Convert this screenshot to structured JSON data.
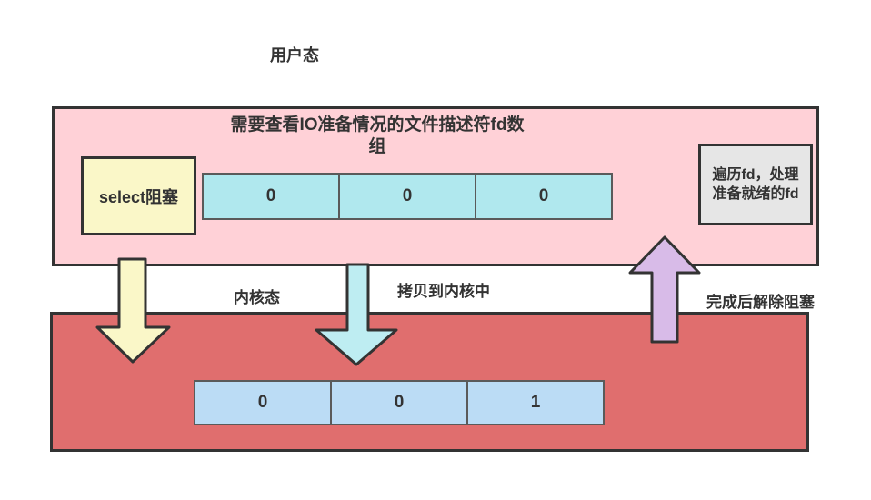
{
  "labels": {
    "user_mode": "用户态",
    "kernel_mode": "内核态",
    "copy_to_kernel": "拷贝到内核中",
    "unblock_after_complete": "完成后解除阻塞"
  },
  "user_space": {
    "array_title": "需要查看IO准备情况的文件描述符fd数组",
    "select_block": "select阻塞",
    "traverse_note": "遍历fd，处理准备就绪的fd",
    "fd_array": [
      "0",
      "0",
      "0"
    ]
  },
  "kernel_space": {
    "fd_array": [
      "0",
      "0",
      "1"
    ]
  },
  "icons": {
    "select_block_arrow": "down-arrow",
    "copy_to_kernel_arrow": "down-arrow",
    "unblock_arrow": "up-arrow"
  },
  "colors": {
    "user_box_fill": "#ffd1d7",
    "kernel_box_fill": "#e06e6e",
    "select_box_fill": "#faf7c8",
    "traverse_box_fill": "#e6e6e6",
    "user_array_fill": "#b0e8ee",
    "kernel_array_fill": "#bbdcf5",
    "arrow_yellow_fill": "#faf7c8",
    "arrow_cyan_fill": "#beedf2",
    "arrow_purple_fill": "#d8bbe8",
    "outline": "#333333"
  }
}
